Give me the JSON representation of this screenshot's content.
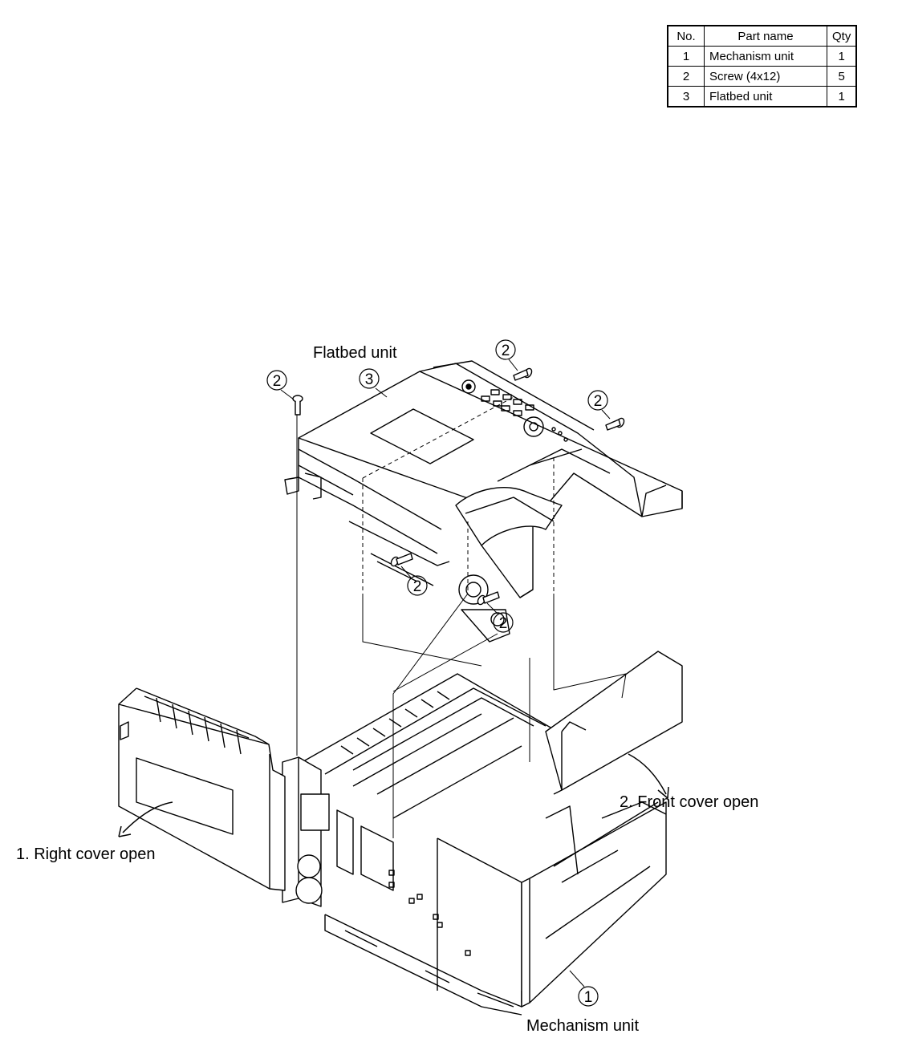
{
  "parts_table": {
    "headers": {
      "no": "No.",
      "name": "Part name",
      "qty": "Qty"
    },
    "rows": [
      {
        "no": "1",
        "name": "Mechanism unit",
        "qty": "1"
      },
      {
        "no": "2",
        "name": "Screw (4x12)",
        "qty": "5"
      },
      {
        "no": "3",
        "name": "Flatbed unit",
        "qty": "1"
      }
    ]
  },
  "labels": {
    "flatbed_unit": "Flatbed unit",
    "mechanism_unit": "Mechanism unit",
    "right_cover_open": "1. Right cover open",
    "front_cover_open": "2. Front cover open"
  },
  "callouts": {
    "mechanism_unit": "1",
    "screw": "2",
    "flatbed_unit": "3"
  }
}
